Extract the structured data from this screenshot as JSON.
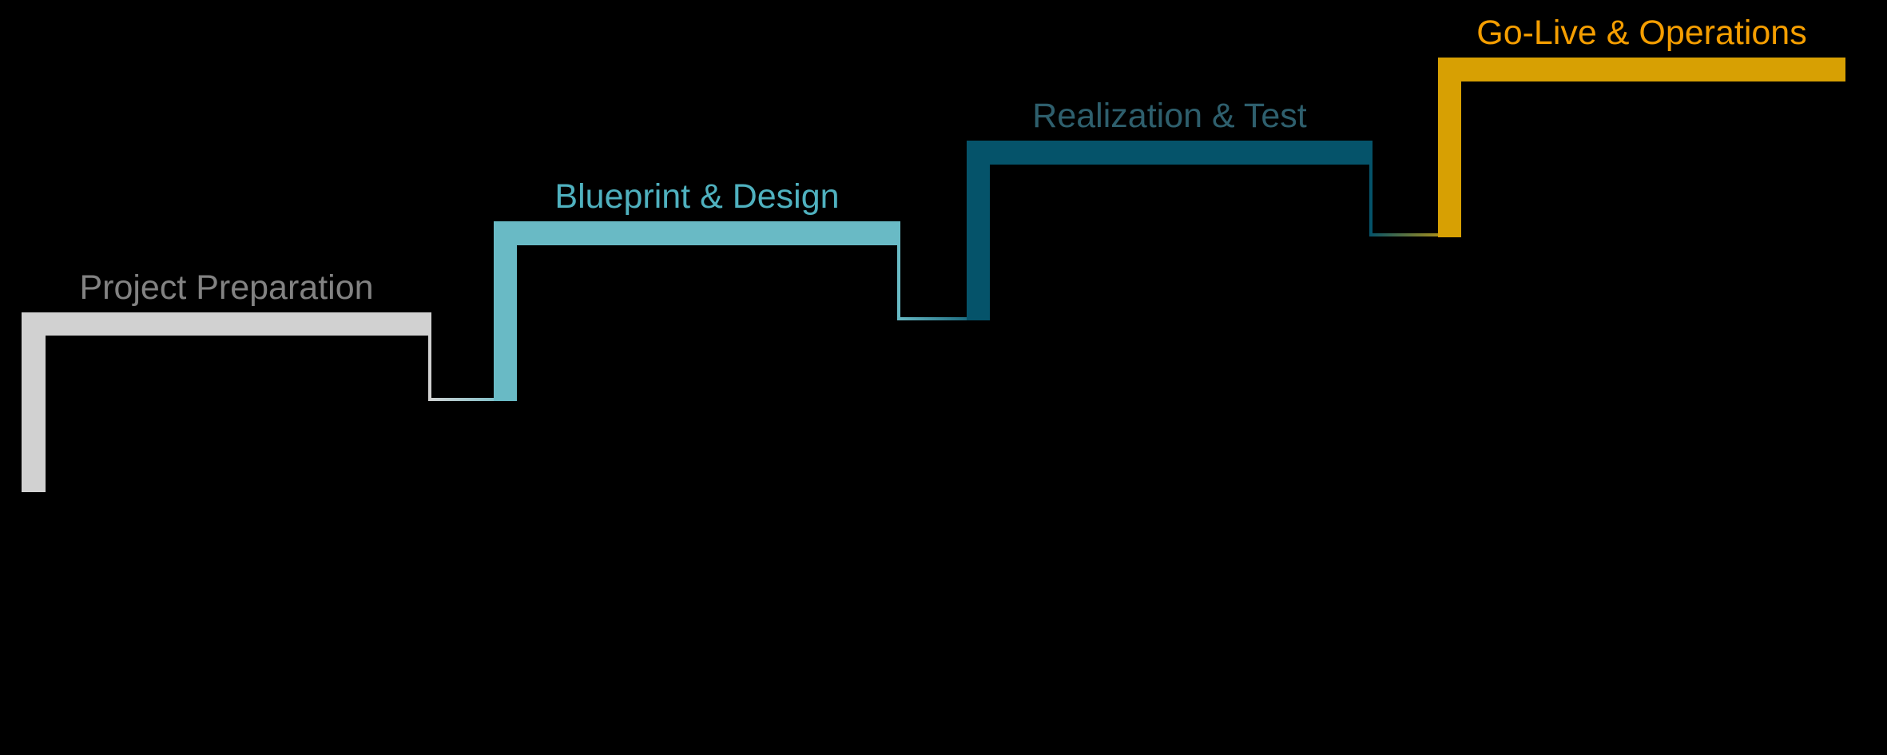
{
  "diagram": {
    "type": "staircase-phase-diagram",
    "background_color": "#000000",
    "phases": [
      {
        "label": "Project Preparation",
        "bar_color": "#D1D1D1",
        "label_color": "#828282"
      },
      {
        "label": "Blueprint & Design",
        "bar_color": "#69BAC5",
        "label_color": "#4FB1BF"
      },
      {
        "label": "Realization & Test",
        "bar_color": "#05536A",
        "label_color": "#2E5F6D"
      },
      {
        "label": "Go-Live & Operations",
        "bar_color": "#D7A003",
        "label_color": "#F59E00"
      }
    ]
  }
}
